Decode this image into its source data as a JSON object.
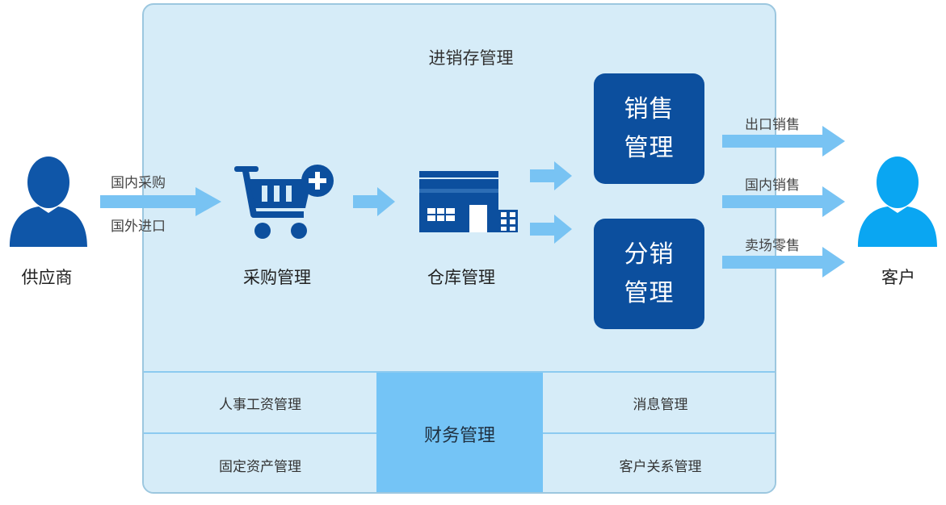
{
  "diagram_title": "进销存管理",
  "supplier_label": "供应商",
  "customer_label": "客户",
  "inbound": {
    "top": "国内采购",
    "bottom": "国外进口"
  },
  "purchase_label": "采购管理",
  "warehouse_label": "仓库管理",
  "sales_block": {
    "line1": "销售",
    "line2": "管理"
  },
  "distribution_block": {
    "line1": "分销",
    "line2": "管理"
  },
  "outbound": [
    "出口销售",
    "国内销售",
    "卖场零售"
  ],
  "bottom_modules": {
    "hr": "人事工资管理",
    "fixed_assets": "固定资产管理",
    "finance": "财务管理",
    "messages": "消息管理",
    "crm": "客户关系管理"
  },
  "colors": {
    "dark_blue": "#0c4f9e",
    "supplier_person": "#0f56a8",
    "customer_person": "#0aa6f2",
    "arrow": "#78c3f3",
    "panel": "#d6ecf8",
    "finance_cell": "#74c4f6"
  },
  "icons": [
    "person-icon",
    "shopping-cart-add-icon",
    "warehouse-icon",
    "arrow-right-icon"
  ]
}
